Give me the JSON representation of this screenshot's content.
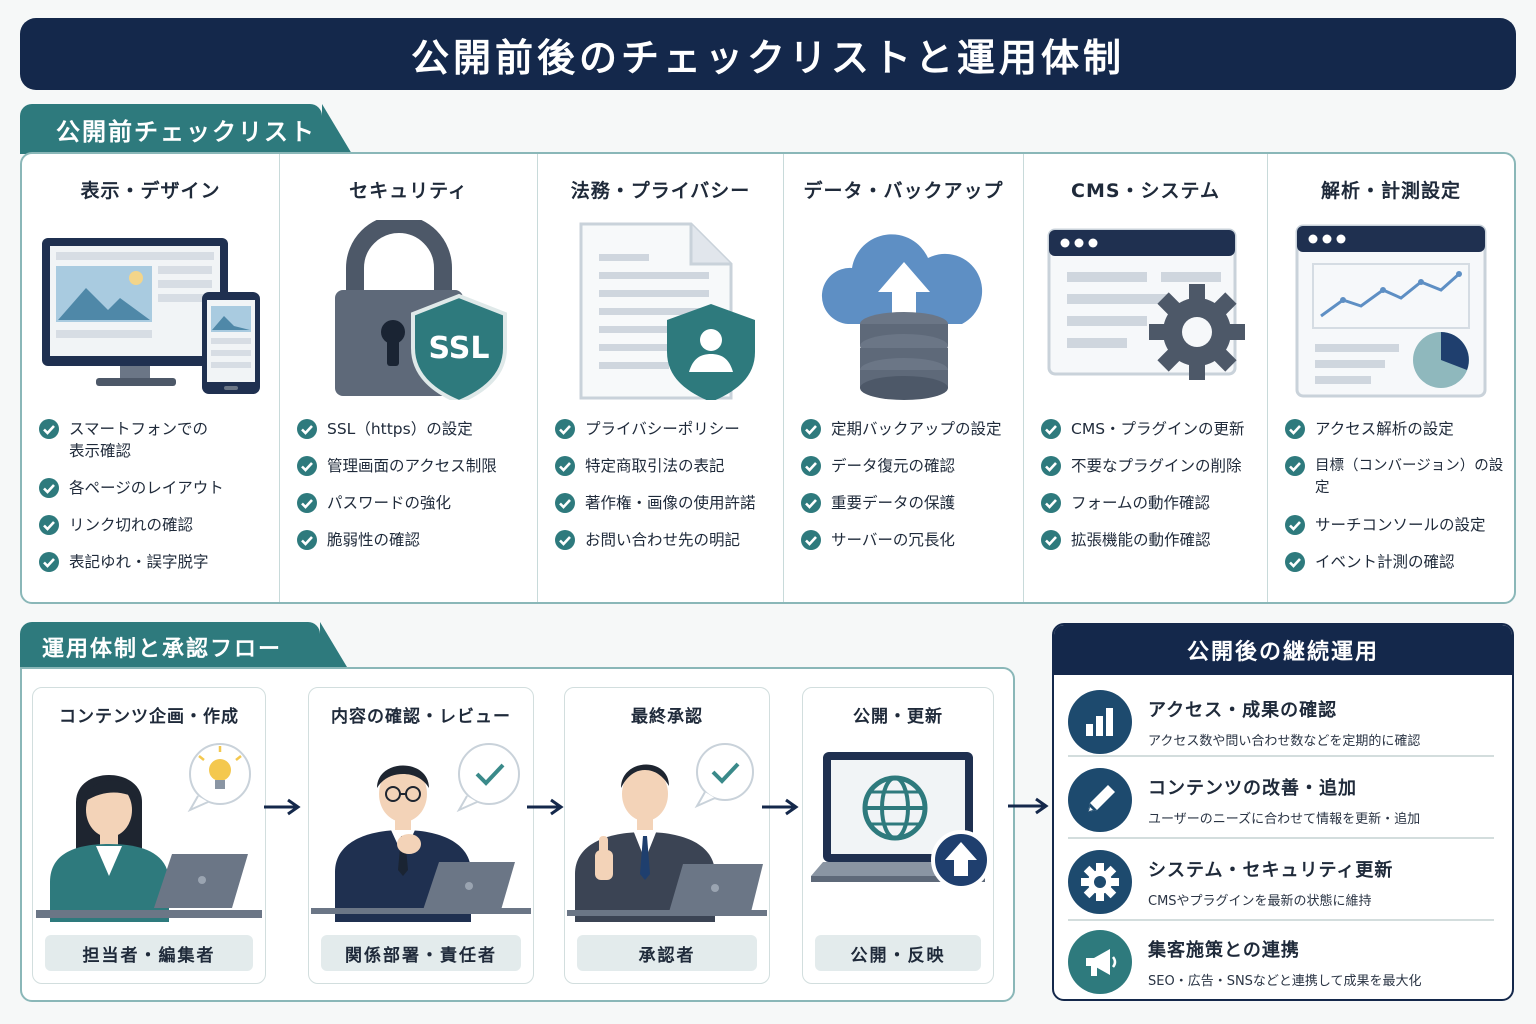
{
  "title": "公開前後のチェックリストと運用体制",
  "checklist": {
    "heading": "公開前チェックリスト",
    "columns": [
      {
        "title": "表示・デザイン",
        "icon": "responsive-devices-icon",
        "items": [
          "スマートフォンでの\n表示確認",
          "各ページのレイアウト",
          "リンク切れの確認",
          "表記ゆれ・誤字脱字"
        ]
      },
      {
        "title": "セキュリティ",
        "icon": "padlock-ssl-shield-icon",
        "items": [
          "SSL（https）の設定",
          "管理画面のアクセス制限",
          "パスワードの強化",
          "脆弱性の確認"
        ]
      },
      {
        "title": "法務・プライバシー",
        "icon": "document-privacy-shield-icon",
        "items": [
          "プライバシーポリシー",
          "特定商取引法の表記",
          "著作権・画像の使用許諾",
          "お問い合わせ先の明記"
        ]
      },
      {
        "title": "データ・バックアップ",
        "icon": "cloud-upload-database-icon",
        "items": [
          "定期バックアップの設定",
          "データ復元の確認",
          "重要データの保護",
          "サーバーの冗長化"
        ]
      },
      {
        "title": "CMS・システム",
        "icon": "browser-gear-icon",
        "items": [
          "CMS・プラグインの更新",
          "不要なプラグインの削除",
          "フォームの動作確認",
          "拡張機能の動作確認"
        ]
      },
      {
        "title": "解析・計測設定",
        "icon": "analytics-dashboard-icon",
        "items": [
          "アクセス解析の設定",
          "目標（コンバージョン）の設定",
          "サーチコンソールの設定",
          "イベント計測の確認"
        ]
      }
    ]
  },
  "flow": {
    "heading": "運用体制と承認フロー",
    "steps": [
      {
        "title": "コンテンツ企画・作成",
        "role": "担当者・編集者",
        "icon": "woman-laptop-lightbulb-icon"
      },
      {
        "title": "内容の確認・レビュー",
        "role": "関係部署・責任者",
        "icon": "man-thinking-check-icon"
      },
      {
        "title": "最終承認",
        "role": "承認者",
        "icon": "man-thumbs-up-check-icon"
      },
      {
        "title": "公開・更新",
        "role": "公開・反映",
        "icon": "laptop-globe-upload-icon"
      }
    ]
  },
  "ongoing": {
    "heading": "公開後の継続運用",
    "items": [
      {
        "title": "アクセス・成果の確認",
        "desc": "アクセス数や問い合わせ数などを定期的に確認",
        "icon": "bar-chart-icon"
      },
      {
        "title": "コンテンツの改善・追加",
        "desc": "ユーザーのニーズに合わせて情報を更新・追加",
        "icon": "pencil-icon"
      },
      {
        "title": "システム・セキュリティ更新",
        "desc": "CMSやプラグインを最新の状態に維持",
        "icon": "gear-icon"
      },
      {
        "title": "集客施策との連携",
        "desc": "SEO・広告・SNSなどと連携して成果を最大化",
        "icon": "megaphone-icon"
      }
    ]
  },
  "colors": {
    "navy": "#14284b",
    "teal": "#2e7a7d",
    "check": "#2e7a7d"
  }
}
